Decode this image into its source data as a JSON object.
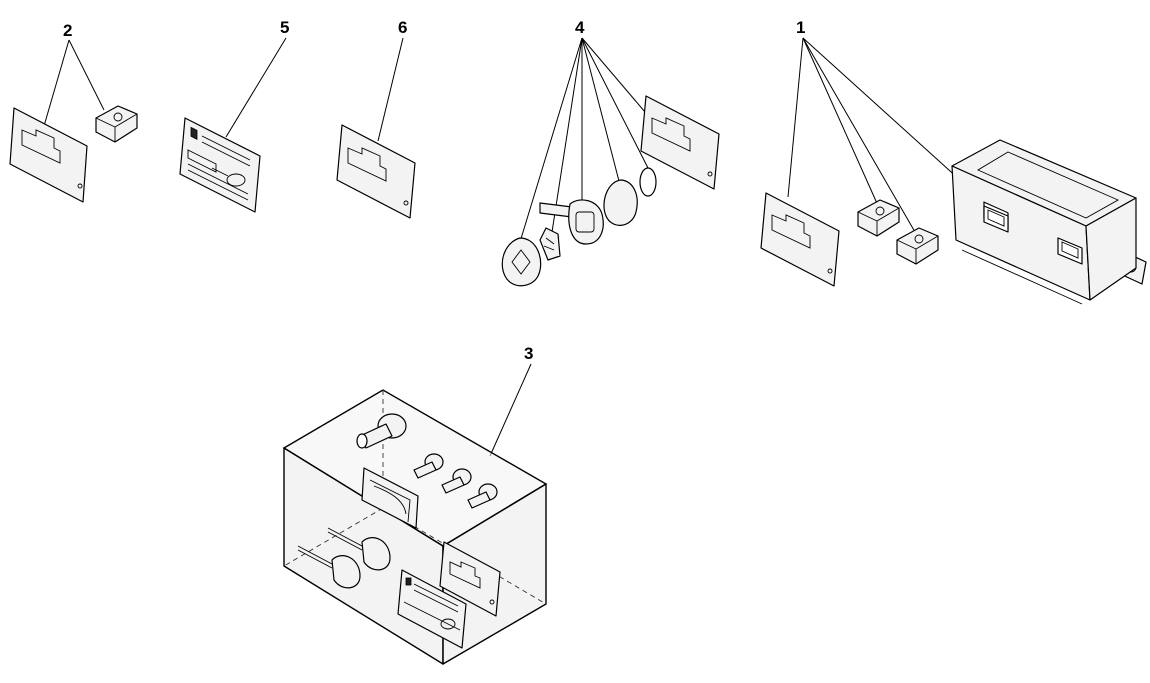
{
  "callouts": {
    "c1": "1",
    "c2": "2",
    "c3": "3",
    "c4": "4",
    "c5": "5",
    "c6": "6"
  },
  "icons": {
    "card": "code-card-icon",
    "transponder": "transponder-chip-icon",
    "key": "key-icon",
    "ecu": "immobilizer-control-unit-icon",
    "lockset": "lock-kit-box-icon"
  },
  "colors": {
    "line": "#000000",
    "fill": "#f3f3f3",
    "background": "#ffffff"
  }
}
